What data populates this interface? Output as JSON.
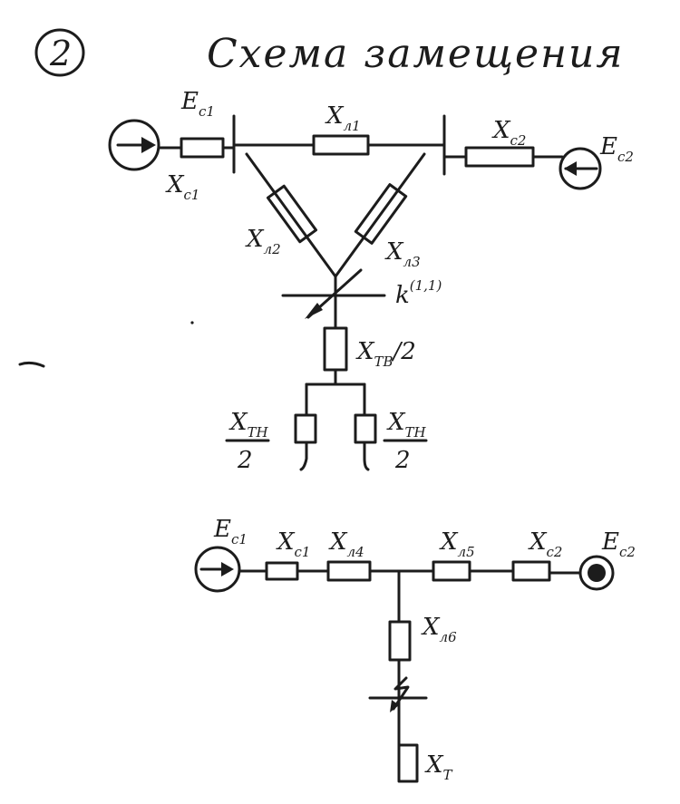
{
  "header": {
    "number": "2",
    "title": "Схема замещения"
  },
  "scheme1": {
    "ec1": {
      "main": "E",
      "sub": "c1"
    },
    "xc1": {
      "main": "X",
      "sub": "c1"
    },
    "xl1": {
      "main": "X",
      "sub": "л1"
    },
    "xc2": {
      "main": "X",
      "sub": "c2"
    },
    "ec2": {
      "main": "E",
      "sub": "c2"
    },
    "xl2": {
      "main": "X",
      "sub": "л2"
    },
    "xl3": {
      "main": "X",
      "sub": "л3"
    },
    "fault": {
      "main": "k",
      "sup": "(1,1)"
    },
    "xtv": {
      "main": "X",
      "sub": "TB",
      "tail": "/2"
    },
    "xtn_left": {
      "main": "X",
      "sub": "TH",
      "den": "2"
    },
    "xtn_right": {
      "main": "X",
      "sub": "TH",
      "den": "2"
    }
  },
  "scheme2": {
    "ec1": {
      "main": "E",
      "sub": "c1"
    },
    "xc1": {
      "main": "X",
      "sub": "c1"
    },
    "xl4": {
      "main": "X",
      "sub": "л4"
    },
    "xl5": {
      "main": "X",
      "sub": "л5"
    },
    "xc2": {
      "main": "X",
      "sub": "c2"
    },
    "ec2": {
      "main": "E",
      "sub": "c2"
    },
    "xl6": {
      "main": "X",
      "sub": "л6"
    },
    "xt": {
      "main": "X",
      "sub": "T"
    }
  }
}
